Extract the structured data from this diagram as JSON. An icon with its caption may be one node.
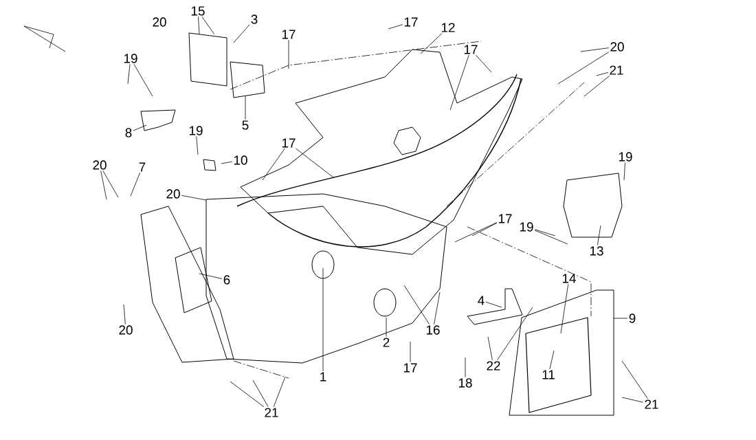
{
  "diagram": {
    "nodes": [
      {
        "text": [
          "15"
        ]
      },
      {
        "text": [
          "3"
        ]
      },
      {
        "text": [
          "17"
        ]
      },
      {
        "text": [
          "17"
        ]
      },
      {
        "text": [
          "12"
        ]
      },
      {
        "text": [
          "17"
        ]
      },
      {
        "text": [
          "20"
        ]
      },
      {
        "text": [
          "21"
        ]
      },
      {
        "text": [
          "19"
        ]
      },
      {
        "text": [
          "8"
        ]
      },
      {
        "text": [
          "5"
        ]
      },
      {
        "text": [
          "19"
        ]
      },
      {
        "text": [
          "10"
        ]
      },
      {
        "text": [
          "17"
        ]
      },
      {
        "text": [
          "20"
        ]
      },
      {
        "text": [
          "7"
        ]
      },
      {
        "text": [
          "20"
        ]
      },
      {
        "text": [
          "19"
        ]
      },
      {
        "text": [
          "17"
        ]
      },
      {
        "text": [
          "19"
        ]
      },
      {
        "text": [
          "13"
        ]
      },
      {
        "text": [
          "6"
        ]
      },
      {
        "text": [
          "14"
        ]
      },
      {
        "text": [
          "9"
        ]
      },
      {
        "text": [
          "4"
        ]
      },
      {
        "text": [
          "20"
        ]
      },
      {
        "text": [
          "16"
        ]
      },
      {
        "text": [
          "1"
        ]
      },
      {
        "text": [
          "2"
        ]
      },
      {
        "text": [
          "17"
        ]
      },
      {
        "text": [
          "18"
        ]
      },
      {
        "text": [
          "22"
        ]
      },
      {
        "text": [
          "11"
        ]
      },
      {
        "text": [
          "21"
        ]
      },
      {
        "text": [
          "21"
        ]
      }
    ],
    "edges": [
      {
        "from": 0,
        "to": null,
        "arrow": "none"
      },
      {
        "from": 0,
        "to": null,
        "arrow": "none"
      },
      {
        "from": 1,
        "to": null,
        "arrow": "none"
      },
      {
        "from": 2,
        "to": null,
        "arrow": "none"
      },
      {
        "from": 3,
        "to": null,
        "arrow": "none"
      },
      {
        "from": 4,
        "to": null,
        "arrow": "none"
      },
      {
        "from": 5,
        "to": null,
        "arrow": "none"
      },
      {
        "from": 5,
        "to": null,
        "arrow": "none"
      },
      {
        "from": 6,
        "to": null,
        "arrow": "none"
      },
      {
        "from": 6,
        "to": null,
        "arrow": "none"
      },
      {
        "from": 7,
        "to": null,
        "arrow": "none"
      },
      {
        "from": 7,
        "to": null,
        "arrow": "none"
      },
      {
        "from": 8,
        "to": null,
        "arrow": "none"
      },
      {
        "from": 8,
        "to": null,
        "arrow": "none"
      },
      {
        "from": 9,
        "to": null,
        "arrow": "none"
      },
      {
        "from": 10,
        "to": null,
        "arrow": "none"
      },
      {
        "from": 11,
        "to": null,
        "arrow": "none"
      },
      {
        "from": 12,
        "to": null,
        "arrow": "none"
      },
      {
        "from": 13,
        "to": null,
        "arrow": "none"
      },
      {
        "from": 13,
        "to": null,
        "arrow": "none"
      },
      {
        "from": 14,
        "to": null,
        "arrow": "none"
      },
      {
        "from": 14,
        "to": null,
        "arrow": "none"
      },
      {
        "from": 15,
        "to": null,
        "arrow": "none"
      },
      {
        "from": 16,
        "to": null,
        "arrow": "none"
      },
      {
        "from": 17,
        "to": null,
        "arrow": "none"
      },
      {
        "from": 18,
        "to": null,
        "arrow": "none"
      },
      {
        "from": 18,
        "to": null,
        "arrow": "none"
      },
      {
        "from": 19,
        "to": null,
        "arrow": "none"
      },
      {
        "from": 19,
        "to": null,
        "arrow": "none"
      },
      {
        "from": 20,
        "to": null,
        "arrow": "none"
      },
      {
        "from": 21,
        "to": null,
        "arrow": "none"
      },
      {
        "from": 22,
        "to": null,
        "arrow": "none"
      },
      {
        "from": 23,
        "to": null,
        "arrow": "none"
      },
      {
        "from": 24,
        "to": null,
        "arrow": "none"
      },
      {
        "from": 25,
        "to": null,
        "arrow": "none"
      },
      {
        "from": 26,
        "to": null,
        "arrow": "none"
      },
      {
        "from": 26,
        "to": null,
        "arrow": "none"
      },
      {
        "from": 27,
        "to": null,
        "arrow": "none"
      },
      {
        "from": 28,
        "to": null,
        "arrow": "none"
      },
      {
        "from": 29,
        "to": null,
        "arrow": "none"
      },
      {
        "from": 30,
        "to": null,
        "arrow": "none"
      },
      {
        "from": 31,
        "to": null,
        "arrow": "none"
      },
      {
        "from": 31,
        "to": null,
        "arrow": "none"
      },
      {
        "from": 32,
        "to": null,
        "arrow": "none"
      },
      {
        "from": 33,
        "to": null,
        "arrow": "none"
      },
      {
        "from": 33,
        "to": null,
        "arrow": "none"
      },
      {
        "from": 33,
        "to": null,
        "arrow": "none"
      },
      {
        "from": 34,
        "to": null,
        "arrow": "none"
      },
      {
        "from": 34,
        "to": null,
        "arrow": "none"
      }
    ],
    "labels": [
      "20"
    ]
  }
}
